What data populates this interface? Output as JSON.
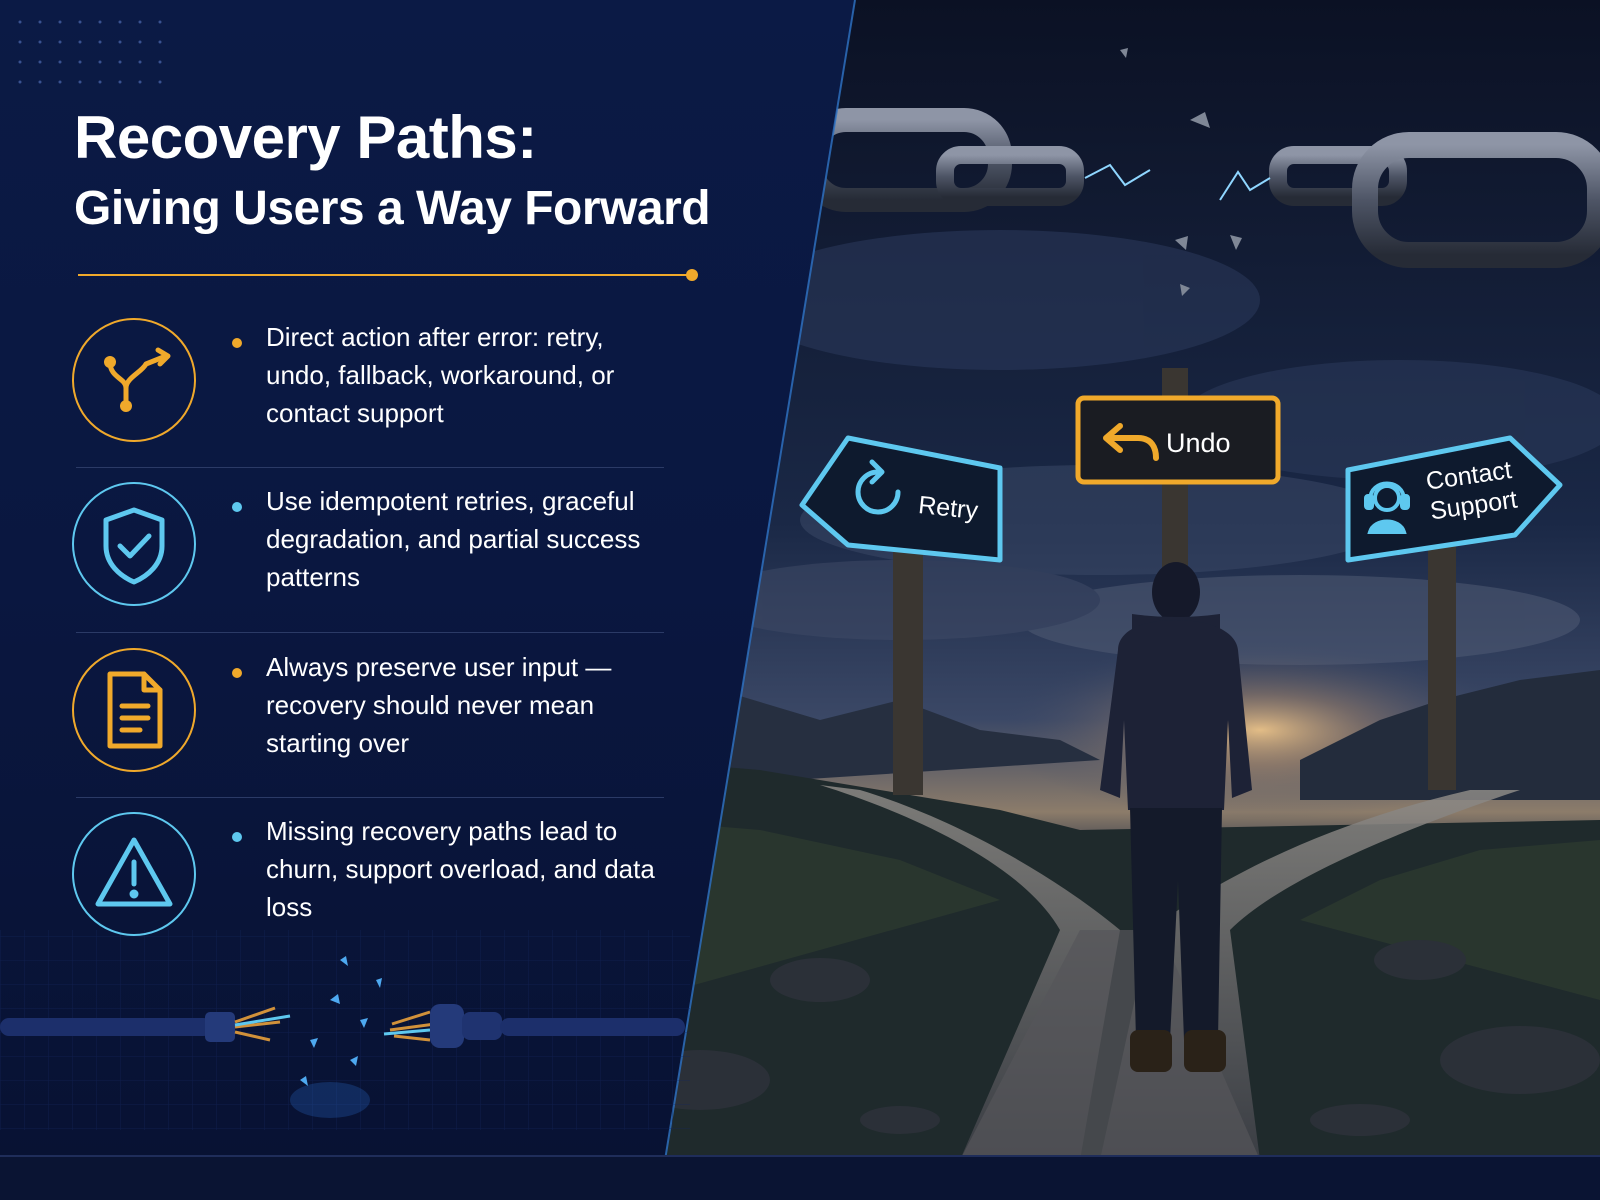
{
  "header": {
    "title": "Recovery Paths:",
    "subtitle": "Giving Users a Way Forward"
  },
  "points": [
    {
      "text": "Direct action after error: retry, undo, fallback, workaround, or contact support",
      "icon": "branching-arrow-icon",
      "accent": "#f0a92b"
    },
    {
      "text": "Use idempotent retries, graceful degradation, and partial success patterns",
      "icon": "shield-check-icon",
      "accent": "#5ec8ef"
    },
    {
      "text": "Always preserve user input — recovery should never mean starting over",
      "icon": "document-icon",
      "accent": "#f0a92b"
    },
    {
      "text": "Missing recovery paths lead to churn, support overload, and data loss",
      "icon": "warning-icon",
      "accent": "#5ec8ef"
    }
  ],
  "signs": {
    "retry": "Retry",
    "undo": "Undo",
    "contact_line1": "Contact",
    "contact_line2": "Support"
  },
  "colors": {
    "background": "#07112c",
    "accent_orange": "#f0a92b",
    "accent_blue": "#5ec8ef",
    "text": "#ffffff"
  }
}
